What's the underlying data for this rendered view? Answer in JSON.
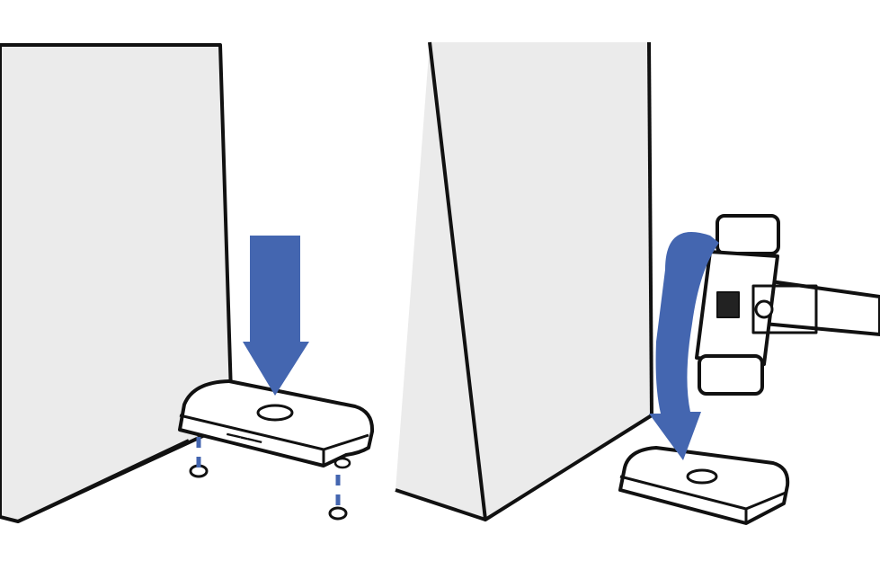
{
  "illustration": {
    "panels": [
      {
        "step": "place-pad-under-furniture-with-pegs",
        "arrow": "down-arrow"
      },
      {
        "step": "tap-furniture-with-mallet",
        "arrow": "curved-down-arrow"
      }
    ],
    "colors": {
      "arrow": "#4466b0",
      "wall": "#ebebeb",
      "outline": "#111111",
      "pad": "#ffffff"
    }
  }
}
